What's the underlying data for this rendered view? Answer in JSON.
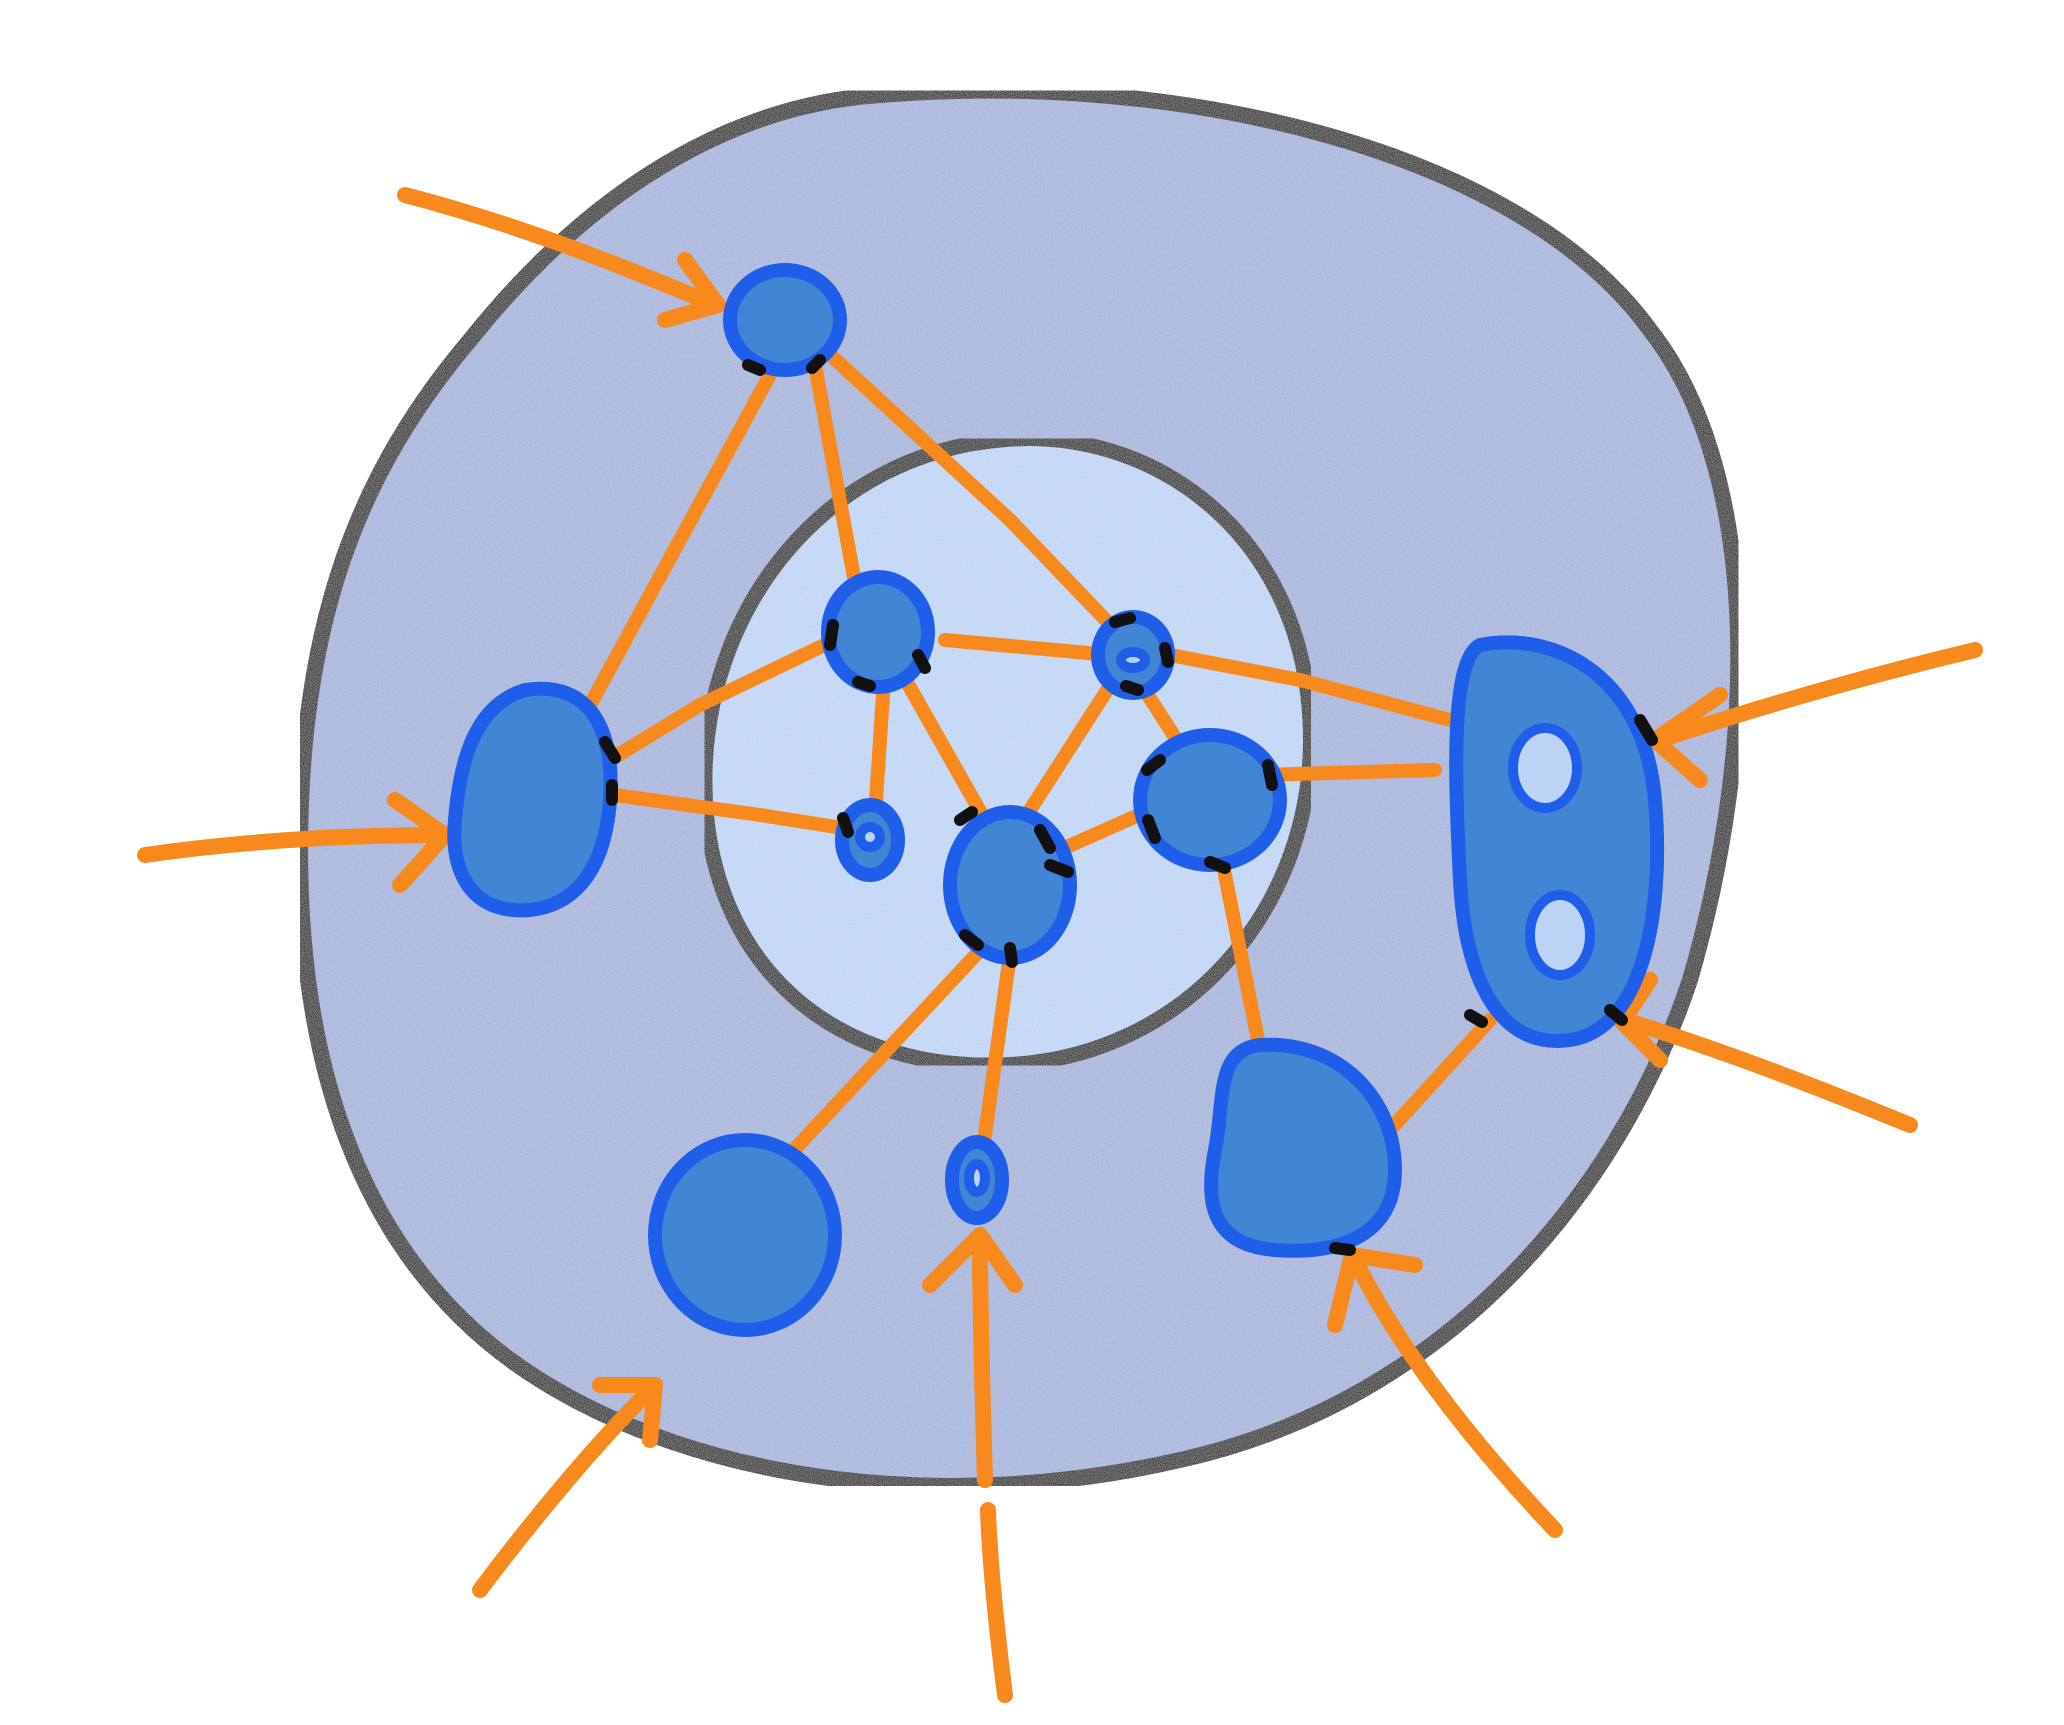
{
  "colors": {
    "background": "#ffffff",
    "outer_region_fill": "#a3b1da",
    "inner_region_fill": "#bcd3f5",
    "region_outline": "#111111",
    "node_fill": "#4285d4",
    "node_outline": "#1f5ee8",
    "node_hole_fill": "#bcd3f5",
    "connection": "#f7891d",
    "connection_outline": "#f26a0c",
    "contact_mark": "#111111"
  },
  "diagram": {
    "regions": [
      {
        "id": "outer-region",
        "shape": "blob"
      },
      {
        "id": "inner-region",
        "shape": "circle"
      }
    ],
    "nodes": [
      {
        "id": "top-node",
        "region": "outer-region",
        "shape": "circle"
      },
      {
        "id": "left-node",
        "region": "outer-region",
        "shape": "teardrop"
      },
      {
        "id": "inner-node-a",
        "region": "inner-region",
        "shape": "circle"
      },
      {
        "id": "inner-node-b",
        "region": "inner-region",
        "shape": "ring"
      },
      {
        "id": "inner-node-c",
        "region": "inner-region",
        "shape": "ring"
      },
      {
        "id": "inner-node-d",
        "region": "inner-region",
        "shape": "circle"
      },
      {
        "id": "inner-node-e",
        "region": "inner-region",
        "shape": "circle"
      },
      {
        "id": "right-node",
        "region": "outer-region",
        "shape": "oval",
        "holes": 2
      },
      {
        "id": "bottom-left-node",
        "region": "outer-region",
        "shape": "circle"
      },
      {
        "id": "bottom-small-node",
        "region": "outer-region",
        "shape": "ring"
      },
      {
        "id": "bottom-right-node",
        "region": "outer-region",
        "shape": "teardrop"
      }
    ],
    "connections": [
      [
        "top-node",
        "left-node"
      ],
      [
        "top-node",
        "inner-node-a"
      ],
      [
        "top-node",
        "inner-node-c"
      ],
      [
        "left-node",
        "inner-node-a"
      ],
      [
        "left-node",
        "inner-node-b"
      ],
      [
        "inner-node-a",
        "inner-node-b"
      ],
      [
        "inner-node-a",
        "inner-node-d"
      ],
      [
        "inner-node-a",
        "inner-node-c"
      ],
      [
        "inner-node-c",
        "inner-node-d"
      ],
      [
        "inner-node-c",
        "inner-node-e"
      ],
      [
        "inner-node-c",
        "right-node"
      ],
      [
        "inner-node-e",
        "inner-node-d"
      ],
      [
        "inner-node-e",
        "right-node"
      ],
      [
        "inner-node-e",
        "bottom-right-node"
      ],
      [
        "inner-node-d",
        "bottom-left-node"
      ],
      [
        "inner-node-d",
        "bottom-small-node"
      ],
      [
        "right-node",
        "bottom-right-node"
      ]
    ],
    "incoming_arrows": [
      {
        "id": "arrow-to-top-node",
        "target": "top-node"
      },
      {
        "id": "arrow-to-left-node",
        "target": "left-node"
      },
      {
        "id": "arrow-to-right-node",
        "target": "right-node"
      },
      {
        "id": "arrow-to-right-node-lower",
        "target": "right-node"
      },
      {
        "id": "arrow-to-bottom-left-node",
        "target": "bottom-left-node"
      },
      {
        "id": "arrow-to-bottom-small-node",
        "target": "bottom-small-node"
      },
      {
        "id": "arrow-to-bottom-right-node",
        "target": "bottom-right-node"
      },
      {
        "id": "arrow-to-outer-bottom",
        "target": "outer-region"
      }
    ]
  }
}
